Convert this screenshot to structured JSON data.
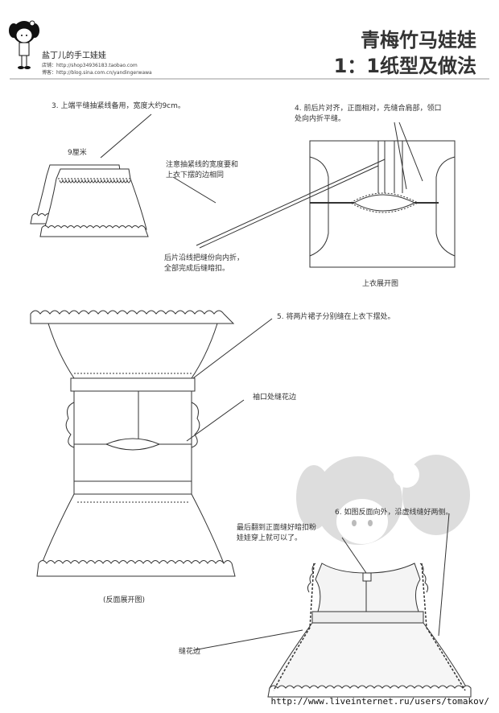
{
  "header": {
    "brand_name": "盐丁儿的手工娃娃",
    "shop_line": "店铺：http://shop34936183.taobao.com",
    "blog_line": "博客：http://blog.sina.com.cn/yandingerwawa",
    "title_line1": "青梅竹马娃娃",
    "title_line2": "1：1纸型及做法"
  },
  "notes": {
    "step3": "3. 上端平缝抽紧线备用，宽度大约9cm。",
    "width_label": "9厘米",
    "gather_note_1": "注意抽紧线的宽度要和",
    "gather_note_2": "上衣下摆的边相同",
    "step4_1": "4. 前后片对齐，正面相对，先缝合肩部，领口",
    "step4_2": "处向内折平缝。",
    "back_fold_1": "后片沿线把缝份向内折，",
    "back_fold_2": "全部完成后缝暗扣。",
    "top_caption": "上衣展开图",
    "step5": "5. 将两片裙子分别缝在上衣下摆处。",
    "sleeve_edge": "袖口处缝花边",
    "reverse_caption": "(反面展开图)",
    "step6": "6. 如图反面向外，沿虚线缝好两侧。",
    "snap_note_1": "最后翻到正面缝好暗扣粉",
    "snap_note_2": "娃娃穿上就可以了。",
    "lace_edge": "缝花边"
  },
  "footer": {
    "url": "http://www.liveinternet.ru/users/tomakov/"
  }
}
